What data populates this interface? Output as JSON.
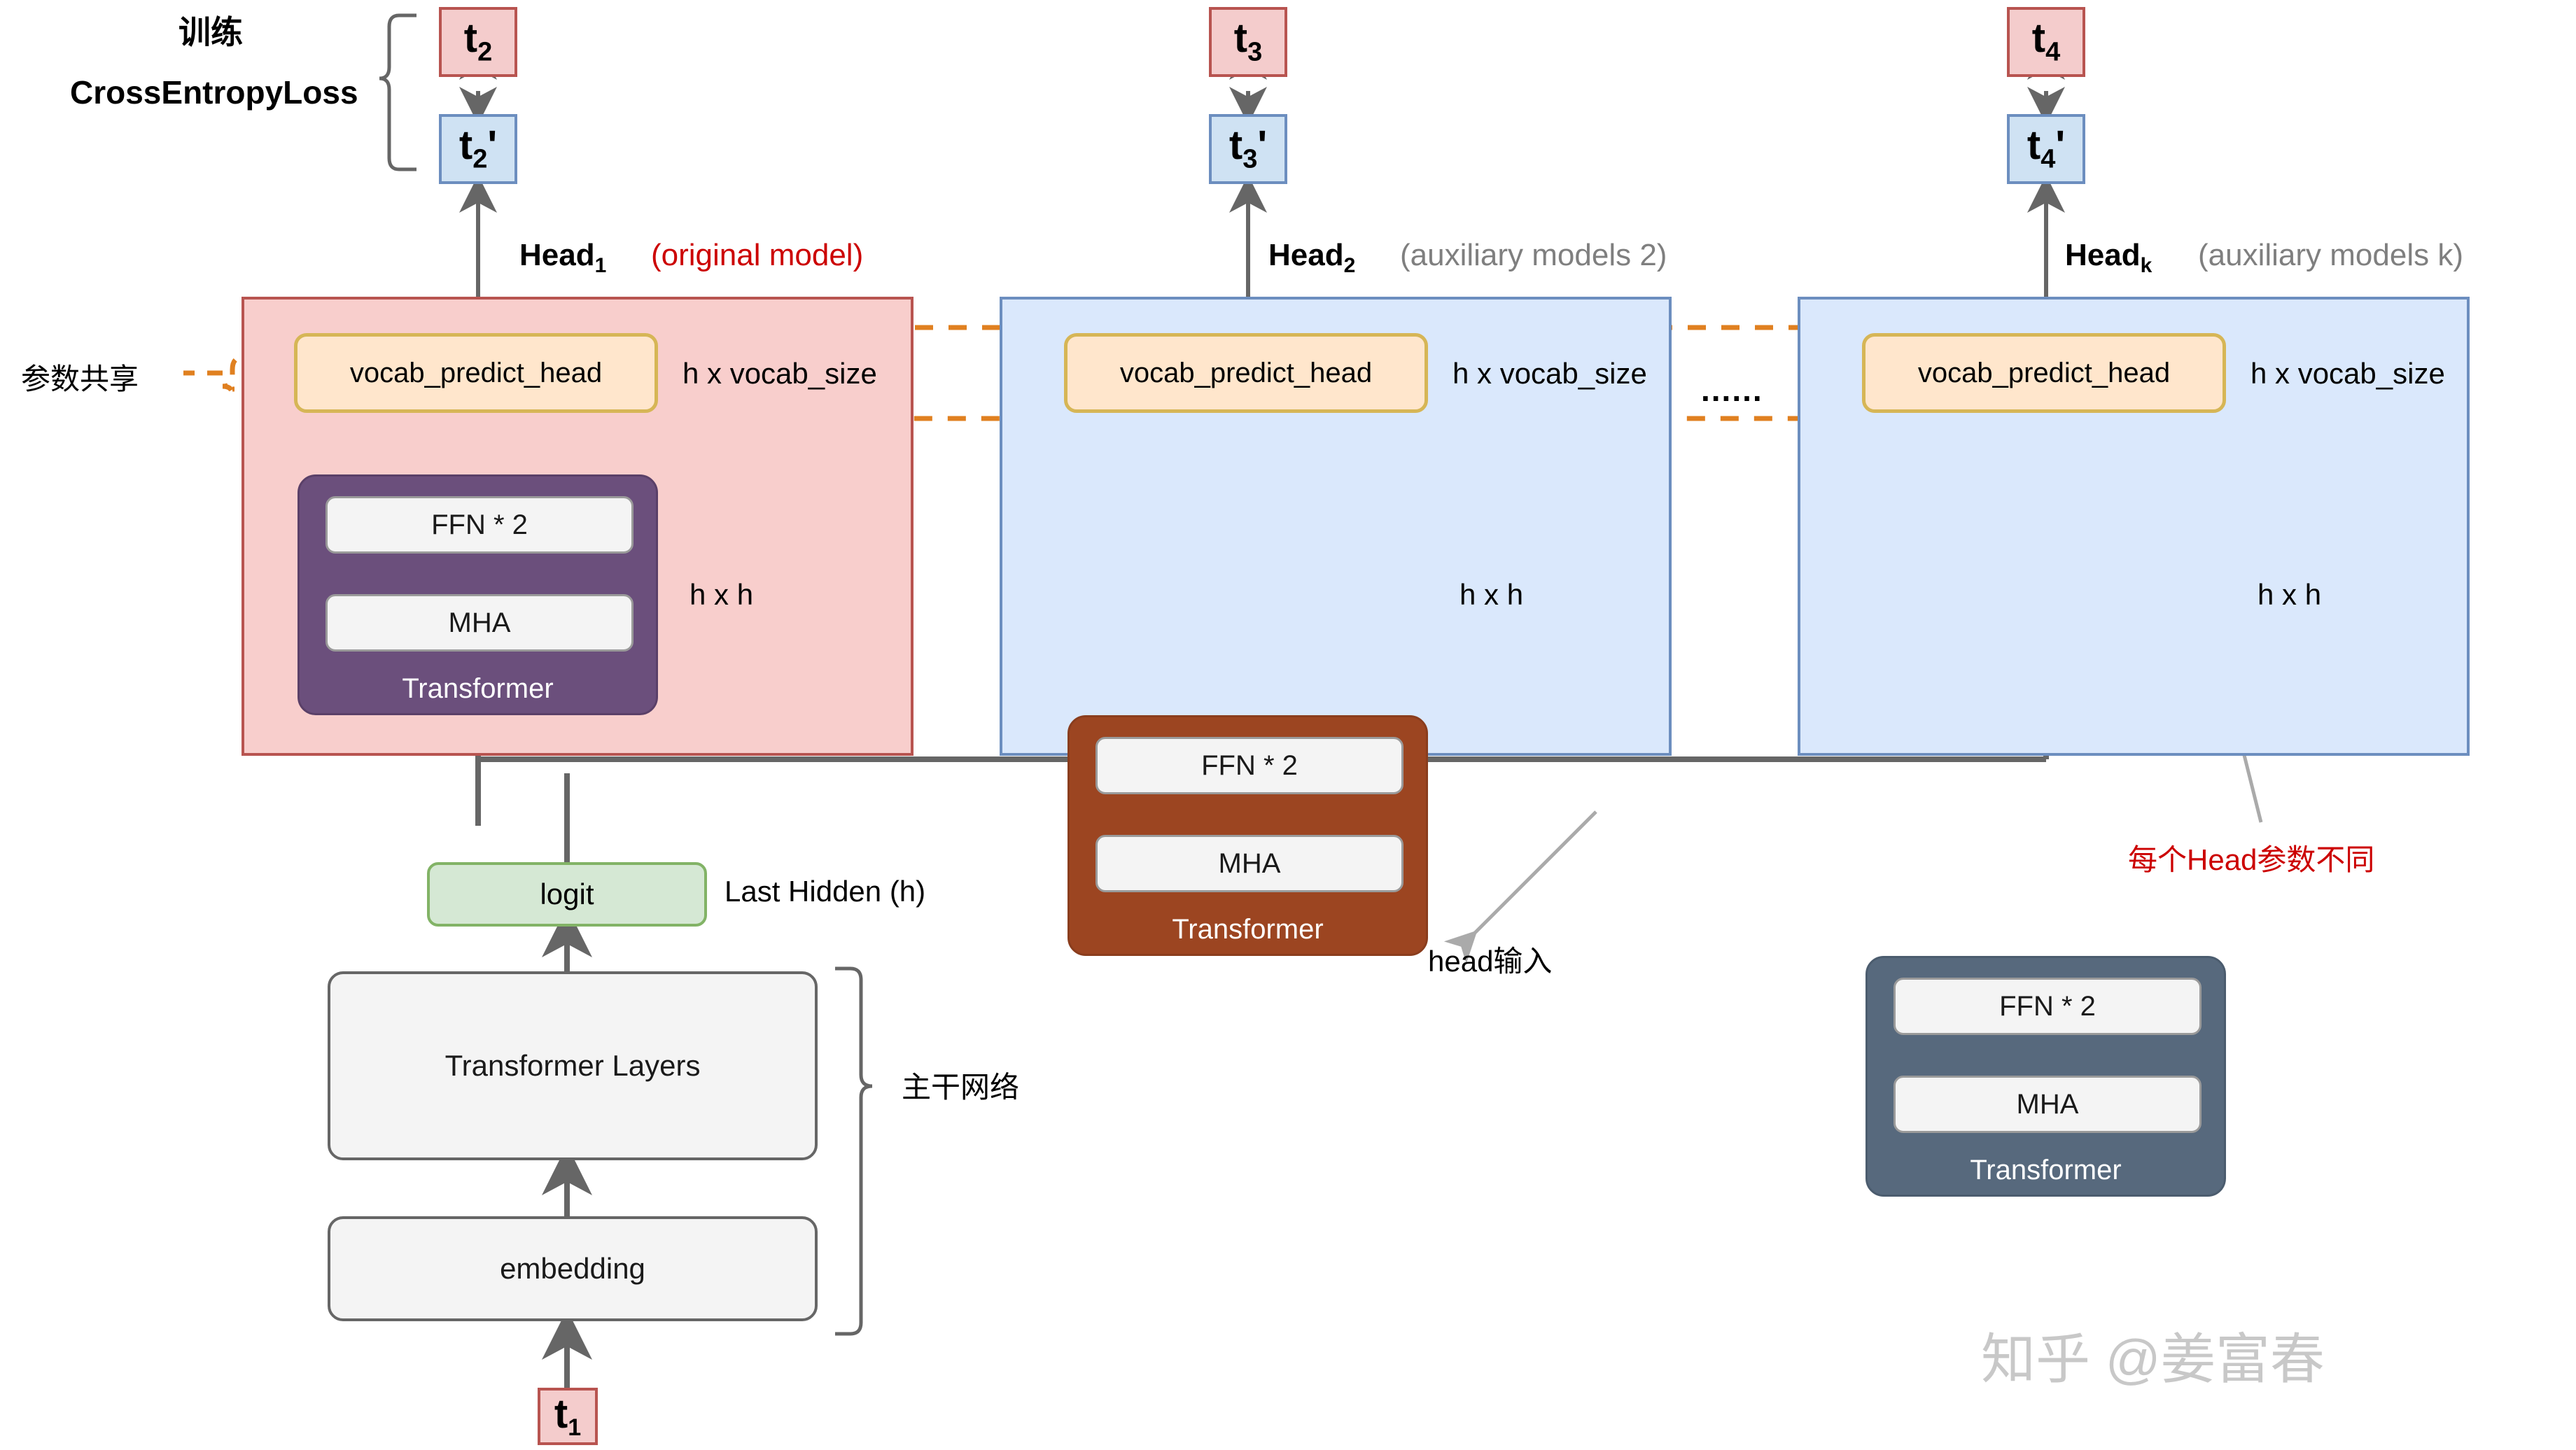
{
  "title_block": {
    "train_label": "训练",
    "loss_label": "CrossEntropyLoss"
  },
  "annotations": {
    "param_share": "参数共享",
    "head_input": "head输入",
    "per_head_diff": "每个Head参数不同",
    "backbone": "主干网络",
    "last_hidden": "Last Hidden (h)",
    "ellipsis": "......",
    "watermark": "知乎 @姜富春"
  },
  "tokens": {
    "t1": {
      "base": "t",
      "sub": "1",
      "prime": ""
    },
    "t2": {
      "base": "t",
      "sub": "2",
      "prime": ""
    },
    "t2p": {
      "base": "t",
      "sub": "2",
      "prime": "'"
    },
    "t3": {
      "base": "t",
      "sub": "3",
      "prime": ""
    },
    "t3p": {
      "base": "t",
      "sub": "3",
      "prime": "'"
    },
    "t4": {
      "base": "t",
      "sub": "4",
      "prime": ""
    },
    "t4p": {
      "base": "t",
      "sub": "4",
      "prime": "'"
    }
  },
  "heads": [
    {
      "name": "Head",
      "sub": "1",
      "caption": "(original model)",
      "caption_color": "#cc0000",
      "panel_color": "#f8cecc",
      "panel_border": "#b85450",
      "vocab_label": "vocab_predict_head",
      "vocab_dim": "h x vocab_size",
      "transformer_label": "Transformer",
      "ffn_label": "FFN * 2",
      "mha_label": "MHA",
      "tf_dim": "h x h",
      "tf_color": "#6b4f7c"
    },
    {
      "name": "Head",
      "sub": "2",
      "caption": "(auxiliary models 2)",
      "caption_color": "#7f7f7f",
      "panel_color": "#dae8fc",
      "panel_border": "#6c8ebf",
      "vocab_label": "vocab_predict_head",
      "vocab_dim": "h x vocab_size",
      "transformer_label": "Transformer",
      "ffn_label": "FFN * 2",
      "mha_label": "MHA",
      "tf_dim": "h x h",
      "tf_color": "#9c4521"
    },
    {
      "name": "Head",
      "sub": "k",
      "caption": "(auxiliary models k)",
      "caption_color": "#7f7f7f",
      "panel_color": "#dae8fc",
      "panel_border": "#6c8ebf",
      "vocab_label": "vocab_predict_head",
      "vocab_dim": "h x vocab_size",
      "transformer_label": "Transformer",
      "ffn_label": "FFN * 2",
      "mha_label": "MHA",
      "tf_dim": "h x h",
      "tf_color": "#57697d"
    }
  ],
  "backbone": {
    "logit": "logit",
    "transformer_layers": "Transformer Layers",
    "embedding": "embedding"
  },
  "colors": {
    "token_red_fill": "#f4cccc",
    "token_red_border": "#b85450",
    "token_blue_fill": "#cfe2f3",
    "token_blue_border": "#6c8ebf",
    "vocab_fill": "#ffe6cc",
    "vocab_border": "#d6b656",
    "logit_fill": "#d5e8d4",
    "logit_border": "#82b366",
    "share_dash": "#e08020",
    "arrow_grey": "#666666",
    "accent_red": "#cc0000",
    "muted_grey": "#7f7f7f"
  }
}
